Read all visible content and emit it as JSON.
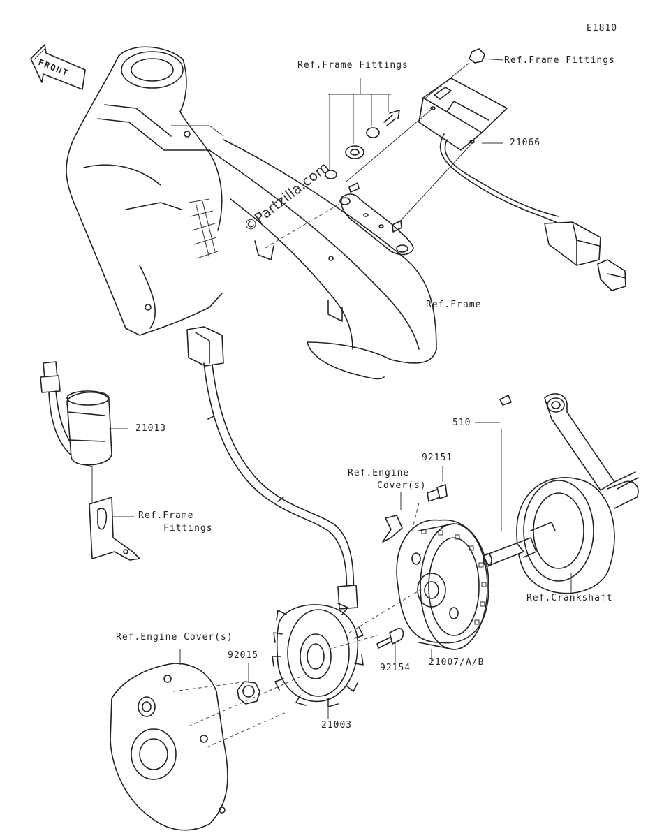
{
  "diagram_code": "E1810",
  "front_label": "FRONT",
  "watermark": "©Partzilla.com",
  "labels": {
    "ref_frame_fittings_top": "Ref.Frame Fittings",
    "ref_frame_fittings_right": "Ref.Frame Fittings",
    "part_21066": "21066",
    "ref_frame": "Ref.Frame",
    "part_21013": "21013",
    "ref_frame_fittings_left_1": "Ref.Frame",
    "ref_frame_fittings_left_2": "Fittings",
    "part_510": "510",
    "part_92151": "92151",
    "ref_engine_cover_1": "Ref.Engine",
    "ref_engine_cover_2": "Cover(s)",
    "ref_crankshaft": "Ref.Crankshaft",
    "ref_engine_covers_bottom": "Ref.Engine Cover(s)",
    "part_92015": "92015",
    "part_92154": "92154",
    "part_21007": "21007/A/B",
    "part_21003": "21003"
  }
}
